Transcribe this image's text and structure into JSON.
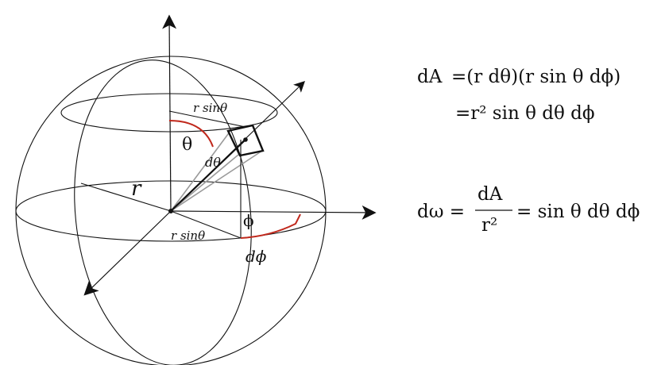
{
  "diagram": {
    "labels": {
      "theta": "θ",
      "d_theta": "dθ",
      "r": "r",
      "phi": "ϕ",
      "d_phi": "dϕ",
      "r_sin_theta_top": "r sinθ",
      "r_sin_theta_bottom": "r sinθ"
    },
    "colors": {
      "line": "#111111",
      "arc": "#c0281c",
      "ray": "#999999"
    }
  },
  "equations": {
    "dA_line1": {
      "lhs": "dA",
      "rhs": "=(r dθ)(r sin θ dϕ)"
    },
    "dA_line2": {
      "rhs": "=r² sin θ dθ dϕ"
    },
    "domega": {
      "lhs": "dω =",
      "num": "dA",
      "den": "r²",
      "rhs": "= sin θ dθ dϕ"
    }
  }
}
